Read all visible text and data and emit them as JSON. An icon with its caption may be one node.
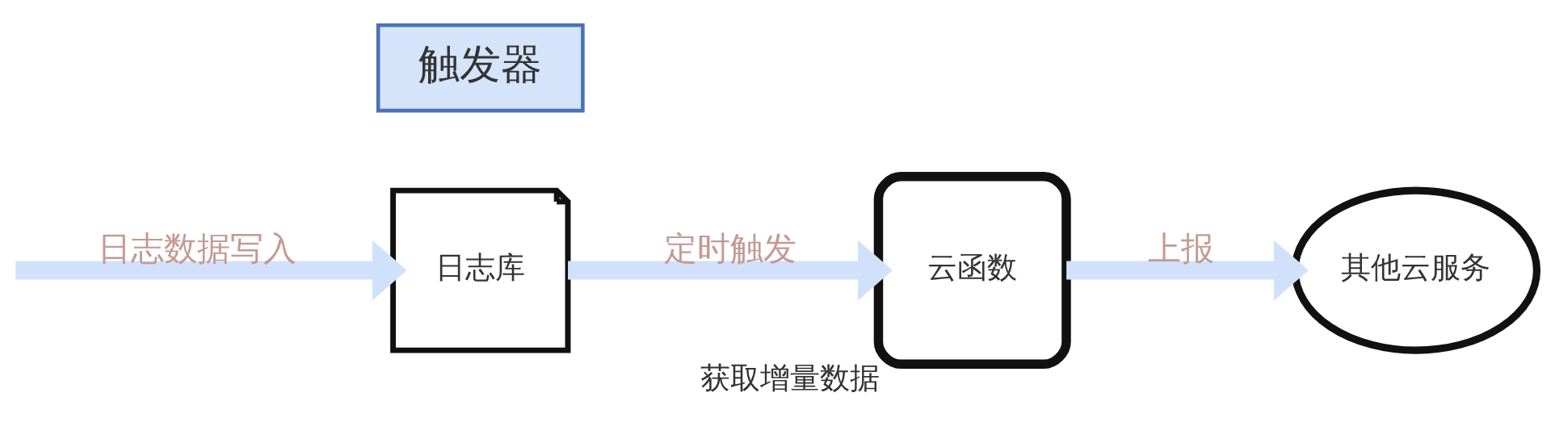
{
  "diagram": {
    "nodes": [
      {
        "text": [
          "日志库"
        ]
      },
      {
        "text": [
          "触发器"
        ]
      },
      {
        "text": [
          "云函数"
        ],
        "beside": [
          "获取增量数据"
        ]
      },
      {
        "text": [
          "其他云服务"
        ]
      }
    ],
    "edges": [
      {
        "from": null,
        "to": 0,
        "arrow": "to",
        "label": "日志数据写入"
      },
      {
        "from": 0,
        "to": 2,
        "arrow": "to",
        "label": "定时触发"
      },
      {
        "from": 2,
        "to": 3,
        "arrow": "to",
        "label": "上报"
      }
    ]
  }
}
